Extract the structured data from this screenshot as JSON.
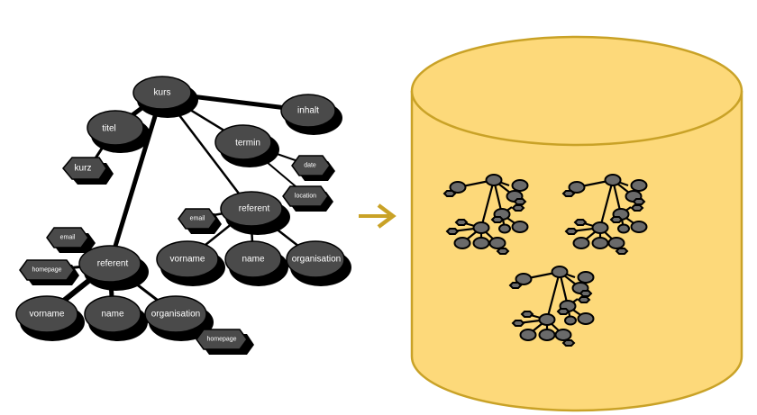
{
  "tree": {
    "root": "kurs",
    "titel": "titel",
    "kurz": "kurz",
    "inhalt": "inhalt",
    "termin": "termin",
    "date": "date",
    "location": "location",
    "referent_inner": "referent",
    "email_inner": "email",
    "vorname_inner": "vorname",
    "name_inner": "name",
    "organisation_inner": "organisation",
    "referent_outer": "referent",
    "email_outer": "email",
    "homepage_left": "homepage",
    "vorname_outer": "vorname",
    "name_outer": "name",
    "organisation_outer": "organisation",
    "homepage_bottom": "homepage"
  },
  "colors": {
    "node_fill": "#4a4a4a",
    "node_shadow": "#000000",
    "edge": "#000000",
    "arrow": "#c9a227",
    "cylinder_fill": "#fdd97a",
    "cylinder_stroke": "#c9a227",
    "mini_fill": "#6a6a6a"
  },
  "icons": {
    "arrow": "right-arrow-icon",
    "database": "database-cylinder-icon"
  }
}
